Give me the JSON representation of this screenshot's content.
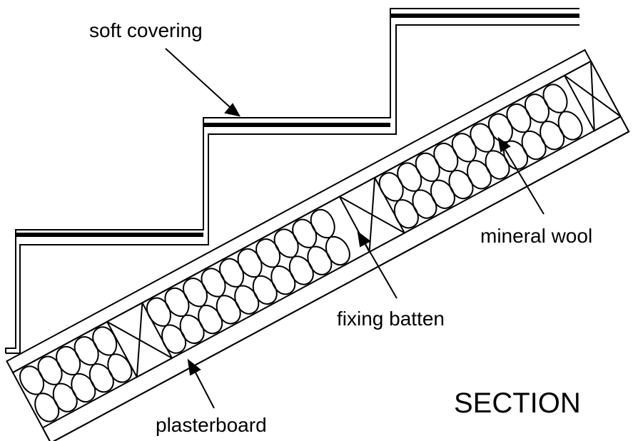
{
  "labels": {
    "soft_covering": "soft covering",
    "mineral_wool": "mineral wool",
    "fixing_batten": "fixing batten",
    "plasterboard": "plasterboard",
    "section": "SECTION"
  },
  "colors": {
    "ink": "#000000",
    "background": "#ffffff"
  },
  "components": {
    "insulation": "mineral-wool-insulation",
    "battens": "fixing-batten",
    "boards": "plasterboard",
    "stair_profile": "stair-treads-and-risers"
  }
}
